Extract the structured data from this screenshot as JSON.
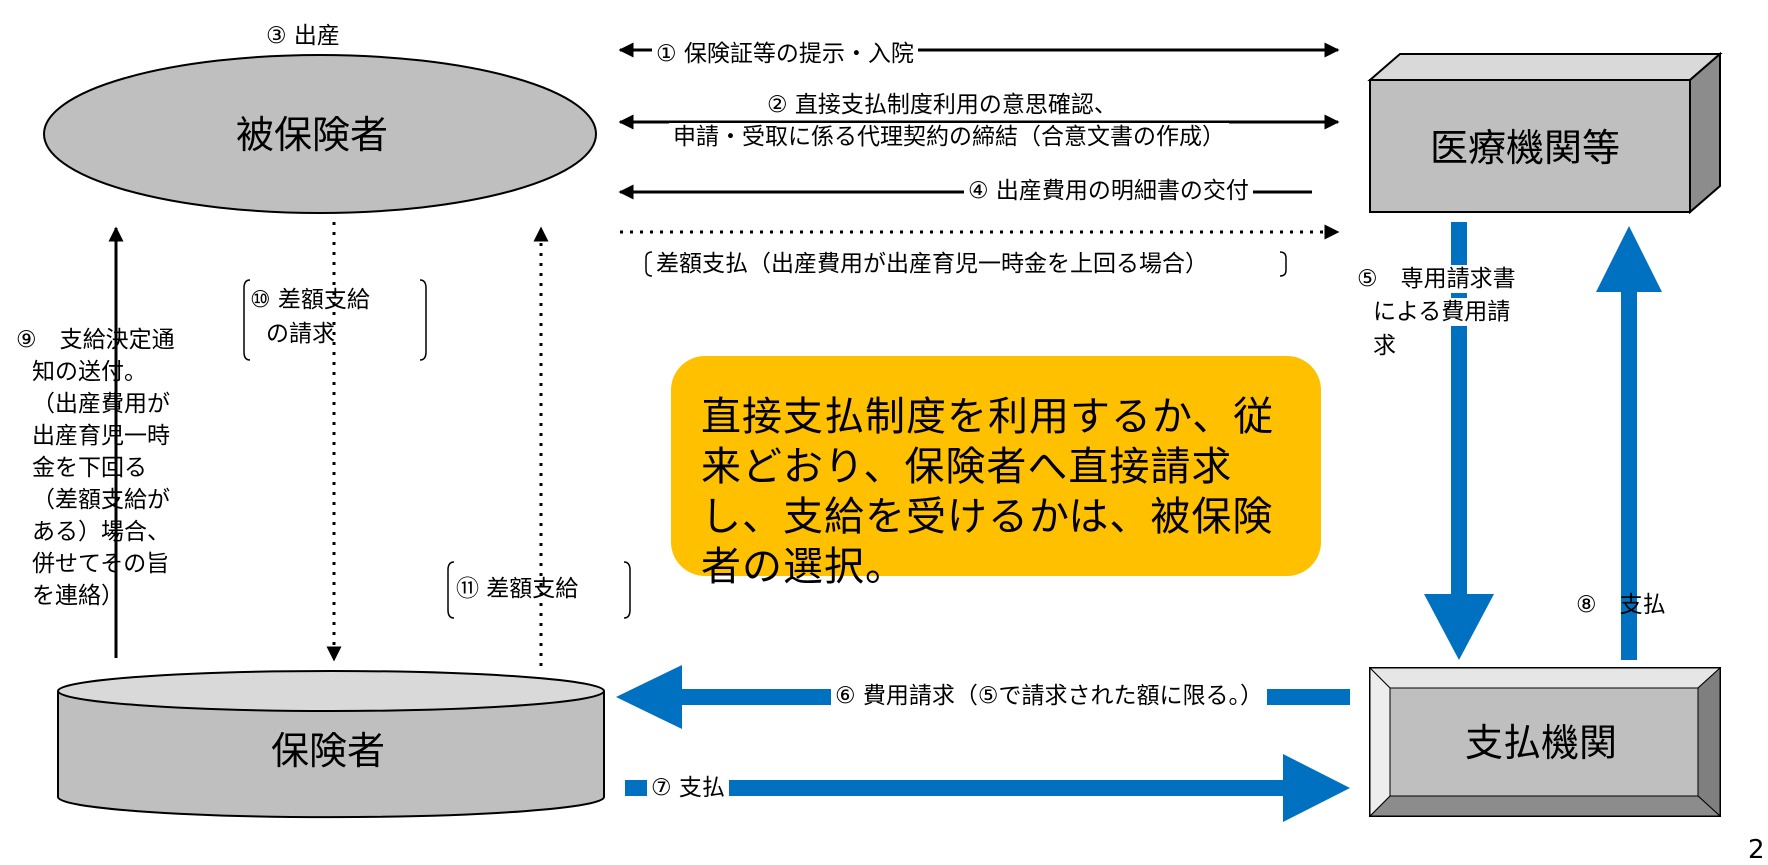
{
  "entities": {
    "insured": "被保険者",
    "medical": "医療機関等",
    "insurer": "保険者",
    "payment_agency": "支払機関"
  },
  "steps": {
    "s1": "① 保険証等の提示・入院",
    "s2a": "② 直接支払制度利用の意思確認、",
    "s2b": "申請・受取に係る代理契約の締結（合意文書の作成）",
    "s3": "③ 出産",
    "s4": "④ 出産費用の明細書の交付",
    "diff_payment": "差額支払（出産費用が出産育児一時金を上回る場合）",
    "s5a": "⑤　専用請求書",
    "s5b": "による費用請",
    "s5c": "求",
    "s6": "⑥ 費用請求（⑤で請求された額に限る。）",
    "s7": "⑦ 支払",
    "s8": "⑧　支払",
    "s9a": "⑨　支給決定通",
    "s9b": "知の送付。",
    "s9c": "（出産費用が",
    "s9d": "出産育児一時",
    "s9e": "金を下回る",
    "s9f": "（差額支給が",
    "s9g": "ある）場合、",
    "s9h": "併せてその旨",
    "s9i": "を連絡）",
    "s10a": "⑩ 差額支給",
    "s10b": "の請求",
    "s11": "⑪ 差額支給"
  },
  "callout": "直接支払制度を利用するか、従来どおり、保険者へ直接請求し、支給を受けるかは、被保険者の選択。",
  "page_number": "2",
  "colors": {
    "gray_fill": "#BFBFBF",
    "gray_dark": "#8C8C8C",
    "blue_arrow": "#0070C0",
    "callout": "#FFC000"
  }
}
